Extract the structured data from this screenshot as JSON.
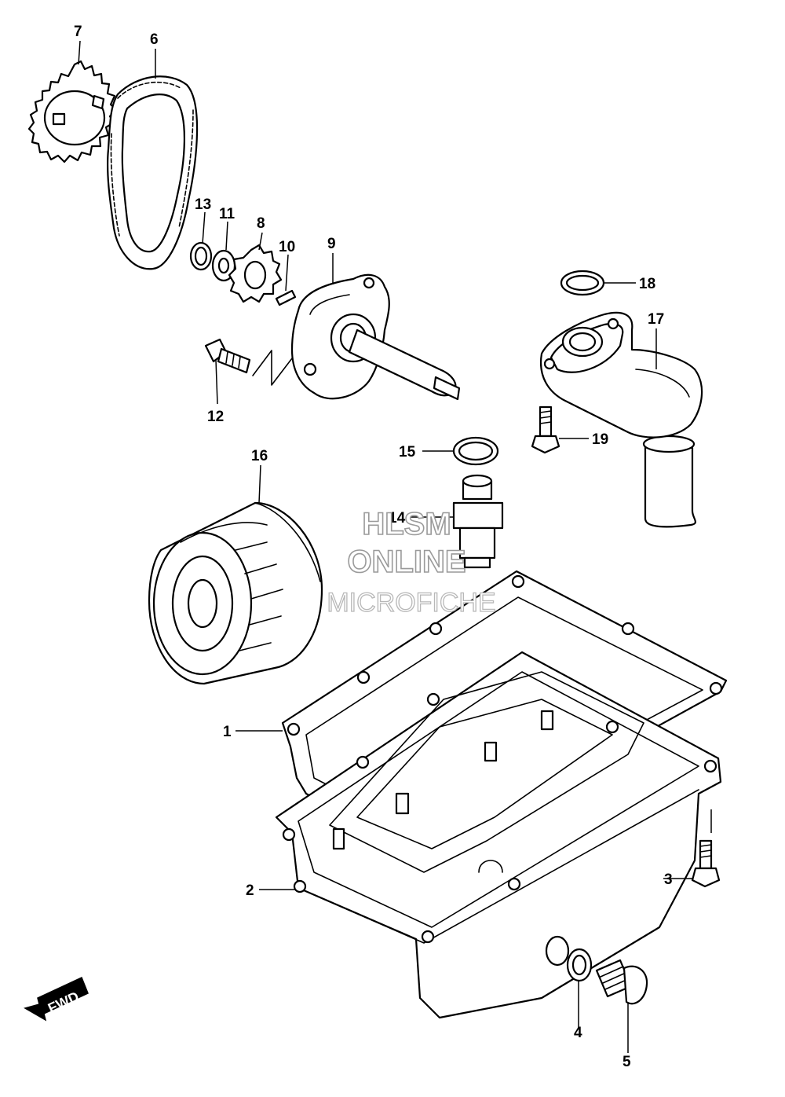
{
  "callouts": [
    {
      "id": "1",
      "label": "1"
    },
    {
      "id": "2",
      "label": "2"
    },
    {
      "id": "3",
      "label": "3"
    },
    {
      "id": "4",
      "label": "4"
    },
    {
      "id": "5",
      "label": "5"
    },
    {
      "id": "6",
      "label": "6"
    },
    {
      "id": "7",
      "label": "7"
    },
    {
      "id": "8",
      "label": "8"
    },
    {
      "id": "9",
      "label": "9"
    },
    {
      "id": "10",
      "label": "10"
    },
    {
      "id": "11",
      "label": "11"
    },
    {
      "id": "12",
      "label": "12"
    },
    {
      "id": "13",
      "label": "13"
    },
    {
      "id": "14",
      "label": "14"
    },
    {
      "id": "15",
      "label": "15"
    },
    {
      "id": "16",
      "label": "16"
    },
    {
      "id": "17",
      "label": "17"
    },
    {
      "id": "18",
      "label": "18"
    },
    {
      "id": "19",
      "label": "19"
    }
  ],
  "watermark": {
    "line1": "HLSM",
    "line2": "ONLINE",
    "line3": "MICROFICHE"
  },
  "direction_badge": {
    "text": "FWD"
  },
  "colors": {
    "line": "#000000",
    "background": "#ffffff",
    "watermark": "#9a9a9a"
  }
}
